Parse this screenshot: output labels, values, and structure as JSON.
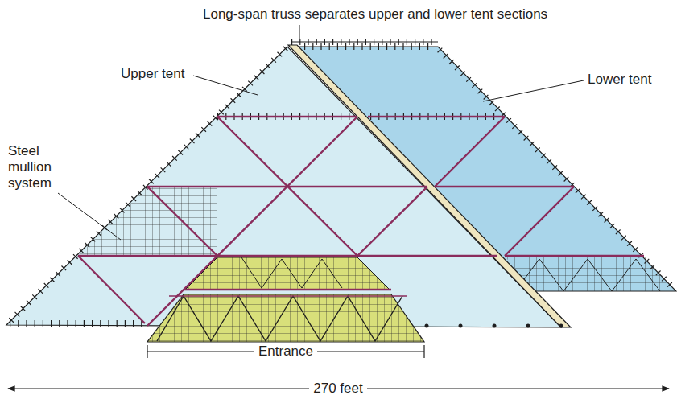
{
  "diagram": {
    "labels": [
      "Long-span truss separates upper and lower tent sections",
      "Upper tent",
      "Lower tent",
      "Steel mullion system",
      "Entrance",
      "270 feet"
    ]
  }
}
